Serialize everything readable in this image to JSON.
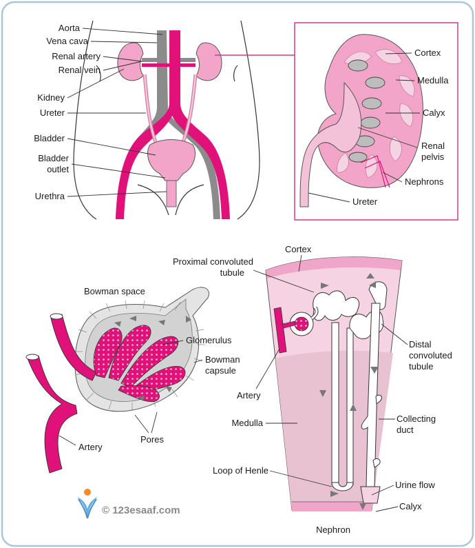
{
  "theme": {
    "pink": "#e0127a",
    "light_pink": "#f2a5c8",
    "pale_pink": "#f6d3e3",
    "gray": "#8b8b8b",
    "frame_border": "#a9c6d9"
  },
  "body_labels": {
    "aorta": "Aorta",
    "vena_cava": "Vena cava",
    "renal_artery": "Renal artery",
    "renal_vein": "Renal vein",
    "kidney": "Kidney",
    "ureter": "Ureter",
    "bladder": "Bladder",
    "bladder_outlet_1": "Bladder",
    "bladder_outlet_2": "outlet",
    "urethra": "Urethra"
  },
  "kidney_labels": {
    "cortex": "Cortex",
    "medulla": "Medulla",
    "calyx": "Calyx",
    "renal_pelvis_1": "Renal",
    "renal_pelvis_2": "pelvis",
    "nephrons": "Nephrons",
    "ureter": "Ureter"
  },
  "glomerulus_labels": {
    "bowman_space": "Bowman space",
    "glomerulus": "Glomerulus",
    "bowman_capsule_1": "Bowman",
    "bowman_capsule_2": "capsule",
    "pores": "Pores",
    "artery": "Artery"
  },
  "nephron_labels": {
    "cortex": "Cortex",
    "pct_1": "Proximal convoluted",
    "pct_2": "tubule",
    "artery": "Artery",
    "dct_1": "Distal",
    "dct_2": "convoluted",
    "dct_3": "tubule",
    "medulla": "Medulla",
    "collecting_1": "Collecting",
    "collecting_2": "duct",
    "loop_of_henle": "Loop of Henle",
    "urine_flow": "Urine flow",
    "calyx": "Calyx",
    "caption": "Nephron"
  },
  "watermark": {
    "text": "© 123esaaf.com"
  }
}
